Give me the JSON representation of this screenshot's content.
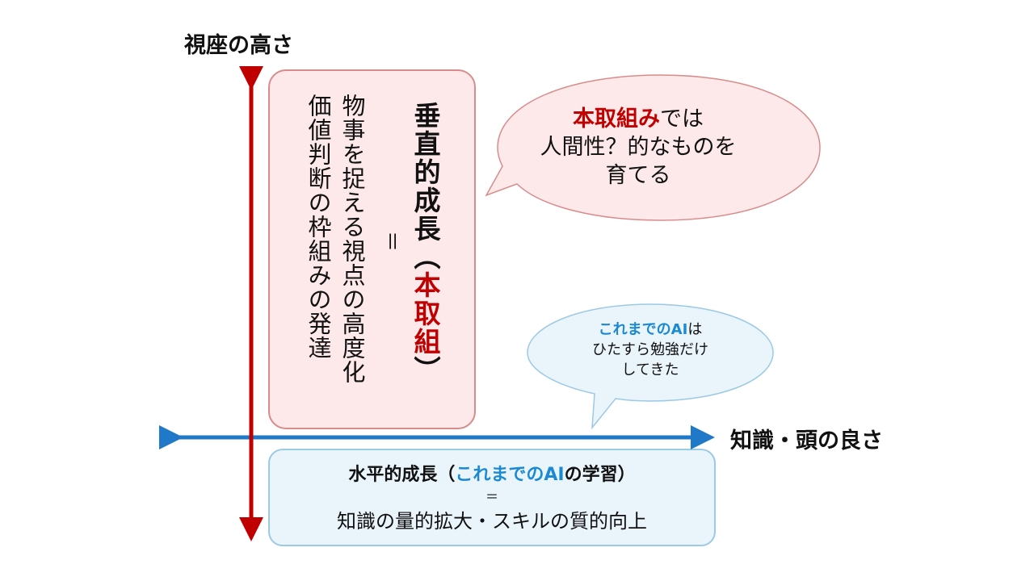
{
  "axes": {
    "y_label": "視座の高さ",
    "x_label": "知識・頭の良さ"
  },
  "vertical_box": {
    "title": "垂直的成長",
    "title_paren_open": "（",
    "title_red": "本取組",
    "title_paren_close": "）",
    "equal": "＝",
    "desc_line1": "物事を捉える視点の高度化",
    "desc_line2": "価値判断の枠組みの発達"
  },
  "horizontal_box": {
    "title_prefix": "水平的成長（",
    "title_blue": "これまでのAI",
    "title_suffix": "の学習）",
    "equal": "＝",
    "desc": "知識の量的拡大・スキルの質的向上"
  },
  "bubble_red": {
    "line1_red": "本取組み",
    "line1_rest": "では",
    "line2": "人間性？的なものを",
    "line3": "育てる"
  },
  "bubble_blue": {
    "line1_blue": "これまでのAI",
    "line1_rest": "は",
    "line2": "ひたすら勉強だけ",
    "line3": "してきた"
  },
  "colors": {
    "vertical_axis": "#c00000",
    "horizontal_axis": "#1f78c8",
    "vertical_box_fill": "#fde9e9",
    "horizontal_box_fill": "#eaf4fb"
  }
}
